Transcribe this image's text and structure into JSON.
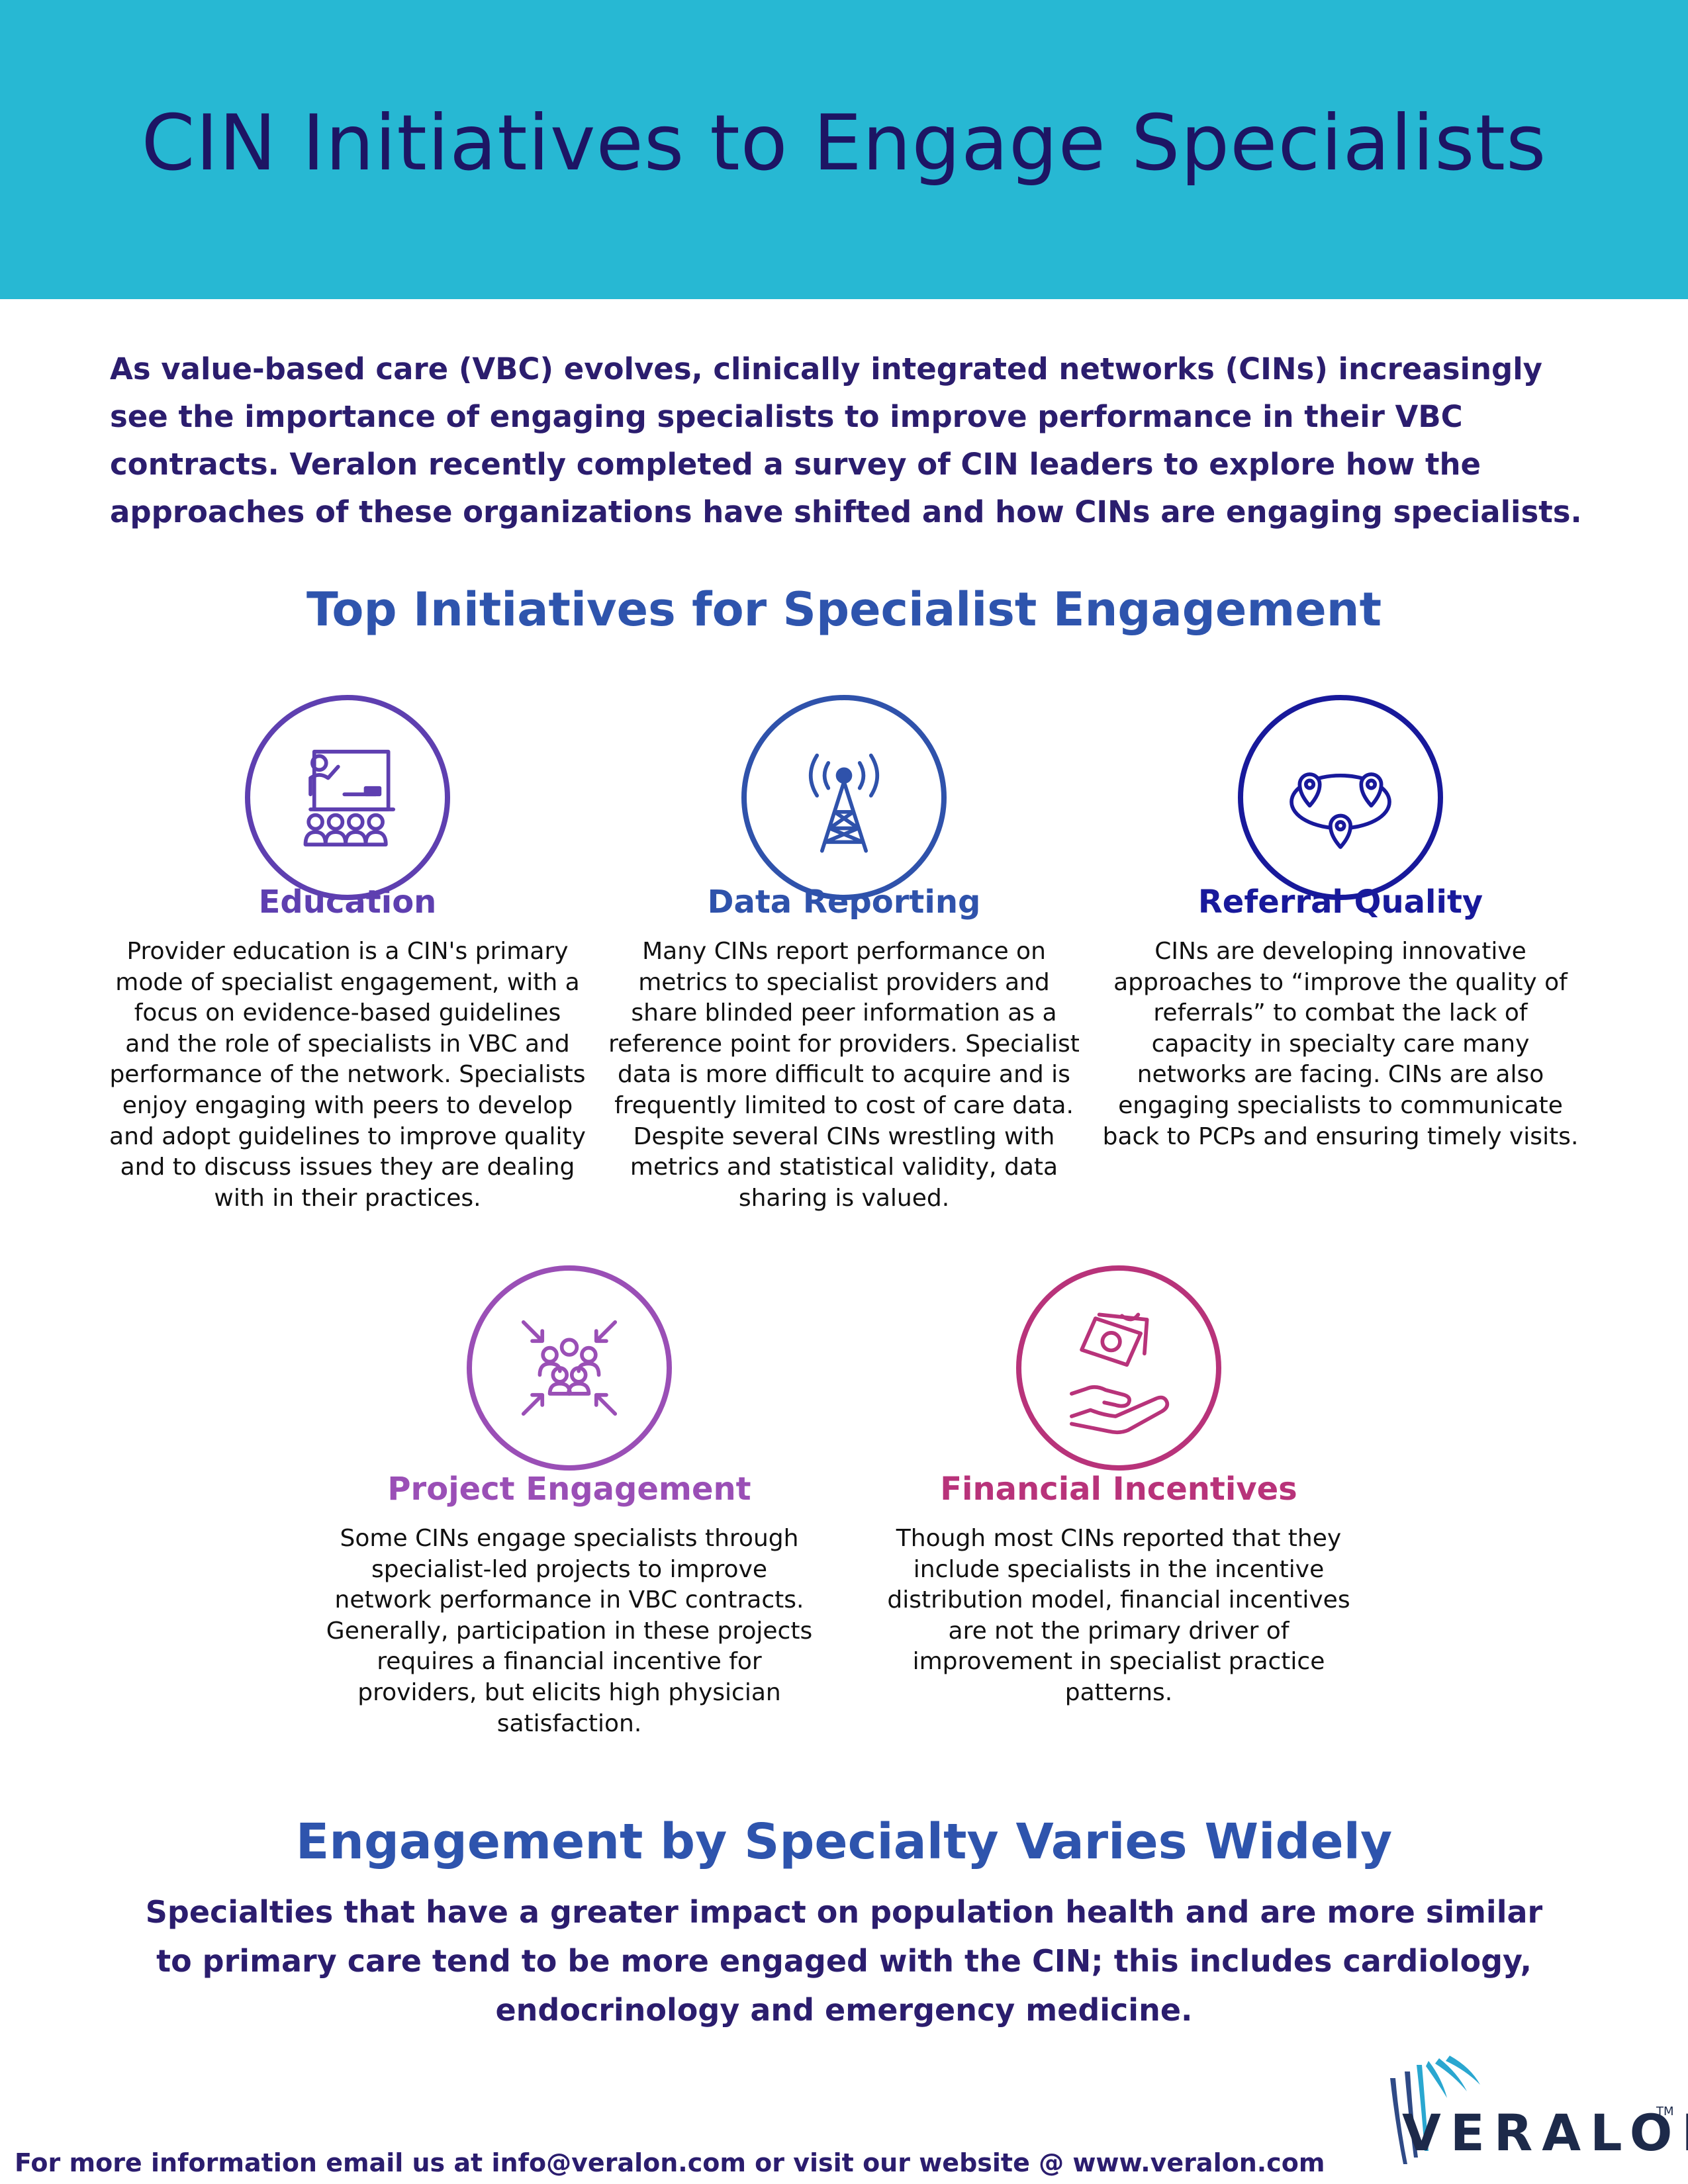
{
  "header": {
    "title": "CIN Initiatives to Engage Specialists",
    "background_color": "#27b8d3"
  },
  "intro": "As value-based care (VBC) evolves, clinically integrated networks (CINs) increasingly see the importance of engaging specialists to improve performance in their VBC contracts. Veralon recently completed a survey of CIN leaders to explore how the approaches of these organizations have shifted and how CINs are engaging specialists.",
  "top_initiatives": {
    "heading": "Top Initiatives for Specialist Engagement",
    "items": [
      {
        "title": "Education",
        "icon": "classroom-teacher-icon",
        "color": "#5e3fb0",
        "body": "Provider education is a CIN's primary mode of specialist engagement, with a focus on evidence-based guidelines and the role of specialists in VBC and performance of the network. Specialists enjoy engaging with peers to develop and adopt guidelines to improve quality and to discuss issues they are dealing with in their practices."
      },
      {
        "title": "Data Reporting",
        "icon": "broadcast-tower-icon",
        "color": "#2f52ab",
        "body": "Many CINs report performance on metrics to specialist providers and share blinded peer information as a reference point for providers. Specialist data is more difficult to acquire and is frequently limited to cost of care data. Despite several CINs wrestling with metrics and statistical validity, data sharing is valued."
      },
      {
        "title": "Referral Quality",
        "icon": "map-pins-network-icon",
        "color": "#18199b",
        "body": "CINs are developing innovative approaches to “improve the quality of referrals” to combat the lack of capacity in specialty care many networks are facing. CINs are also engaging specialists to communicate back to PCPs and ensuring timely visits."
      },
      {
        "title": "Project Engagement",
        "icon": "group-converge-icon",
        "color": "#9a4fb6",
        "body": "Some CINs engage specialists through specialist-led projects to improve network performance in VBC contracts. Generally, participation in these projects requires a financial incentive for providers, but elicits high physician satisfaction."
      },
      {
        "title": "Financial Incentives",
        "icon": "hand-money-icon",
        "color": "#b8337a",
        "body": "Though most CINs reported that they include specialists in the incentive distribution model, financial incentives are not the primary driver of improvement in specialist practice patterns."
      }
    ]
  },
  "specialty": {
    "heading": "Engagement by Specialty Varies Widely",
    "body": "Specialties that have a greater impact on population health and are more similar to primary care tend to be more engaged with the CIN; this includes cardiology, endocrinology and emergency medicine."
  },
  "footer": {
    "text": "For more information email us at info@veralon.com or visit our website @ www.veralon.com",
    "logo_text": "VERALON",
    "logo_tm": "TM"
  }
}
